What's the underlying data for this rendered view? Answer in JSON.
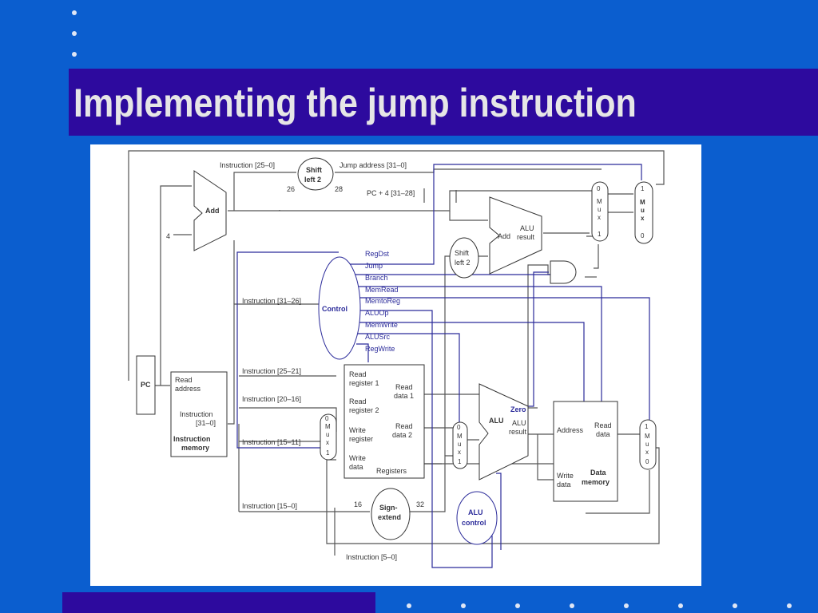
{
  "slide": {
    "title": "Implementing the jump instruction"
  },
  "colors": {
    "background": "#0b5ecf",
    "title_bar": "#2d0a9e",
    "title_text": "#e6e6e6",
    "control_wire": "#2b2b9a"
  },
  "diagram": {
    "top": {
      "instruction_25_0": "Instruction [25–0]",
      "shift_left_2": [
        "Shift",
        "left 2"
      ],
      "bits_in": "26",
      "bits_out": "28",
      "jump_address": "Jump address [31–0]",
      "pc_plus4": "PC + 4 [31–28]",
      "add": "Add",
      "const_4": "4"
    },
    "control": {
      "label": "Control",
      "input": "Instruction [31–26]",
      "signals": [
        "RegDst",
        "Jump",
        "Branch",
        "MemRead",
        "MemtoReg",
        "ALUOp",
        "MemWrite",
        "ALUSrc",
        "RegWrite"
      ]
    },
    "pc": "PC",
    "imem": {
      "read_address": [
        "Read",
        "address"
      ],
      "instruction": [
        "Instruction",
        "[31–0]"
      ],
      "name": [
        "Instruction",
        "memory"
      ]
    },
    "fields": {
      "rs": "Instruction [25–21]",
      "rt": "Instruction [20–16]",
      "rd": "Instruction [15–11]",
      "imm": "Instruction [15–0]",
      "funct": "Instruction [5–0]"
    },
    "registers": {
      "read_reg1": [
        "Read",
        "register 1"
      ],
      "read_reg2": [
        "Read",
        "register 2"
      ],
      "write_reg": [
        "Write",
        "register"
      ],
      "write_data": [
        "Write",
        "data"
      ],
      "read_data1": [
        "Read",
        "data 1"
      ],
      "read_data2": [
        "Read",
        "data 2"
      ],
      "name": "Registers"
    },
    "branch_adder": {
      "add": "Add",
      "result": [
        "ALU",
        "result"
      ],
      "shift": [
        "Shift",
        "left 2"
      ]
    },
    "alu": {
      "name": "ALU",
      "zero": "Zero",
      "result": [
        "ALU",
        "result"
      ]
    },
    "alu_control": [
      "ALU",
      "control"
    ],
    "sign_extend": {
      "label": [
        "Sign-",
        "extend"
      ],
      "in_bits": "16",
      "out_bits": "32"
    },
    "dmem": {
      "address": "Address",
      "read_data": [
        "Read",
        "data"
      ],
      "write_data": [
        "Write",
        "data"
      ],
      "name": [
        "Data",
        "memory"
      ]
    },
    "mux_letters": [
      "M",
      "u",
      "x"
    ],
    "mux_inputs": {
      "zero": "0",
      "one": "1"
    }
  }
}
